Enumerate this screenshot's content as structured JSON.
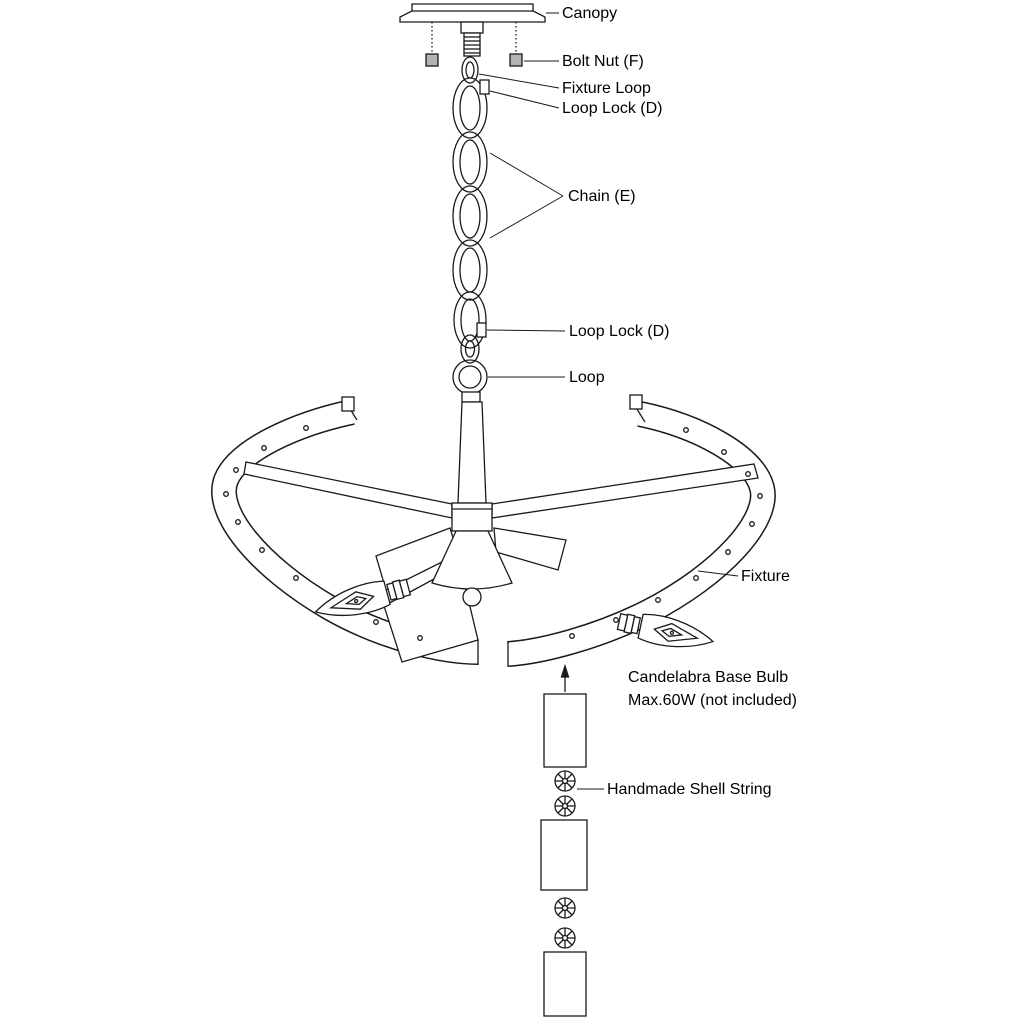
{
  "labels": {
    "canopy": "Canopy",
    "bolt_nut": "Bolt Nut (F)",
    "fixture_loop": "Fixture Loop",
    "loop_lock_top": "Loop Lock (D)",
    "chain": "Chain (E)",
    "loop_lock_bottom": "Loop Lock (D)",
    "loop": "Loop",
    "fixture": "Fixture",
    "candelabra_line1": "Candelabra Base Bulb",
    "candelabra_line2": "Max.60W (not included)",
    "shell_string": "Handmade Shell String"
  },
  "colors": {
    "line": "#1a1a1a",
    "background": "#ffffff",
    "nut_fill": "#b3b3b3"
  }
}
